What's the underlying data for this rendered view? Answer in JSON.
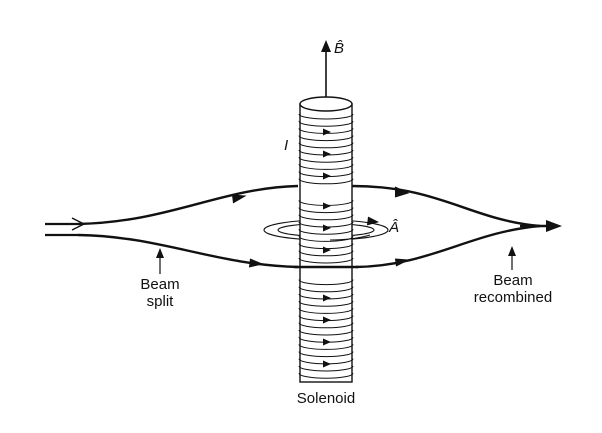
{
  "labels": {
    "b_field": "B̂",
    "current": "I",
    "vector_potential": "Â",
    "beam_split_1": "Beam",
    "beam_split_2": "split",
    "beam_recombined_1": "Beam",
    "beam_recombined_2": "recombined",
    "solenoid": "Solenoid"
  },
  "colors": {
    "ink": "#111111",
    "background": "#ffffff"
  }
}
